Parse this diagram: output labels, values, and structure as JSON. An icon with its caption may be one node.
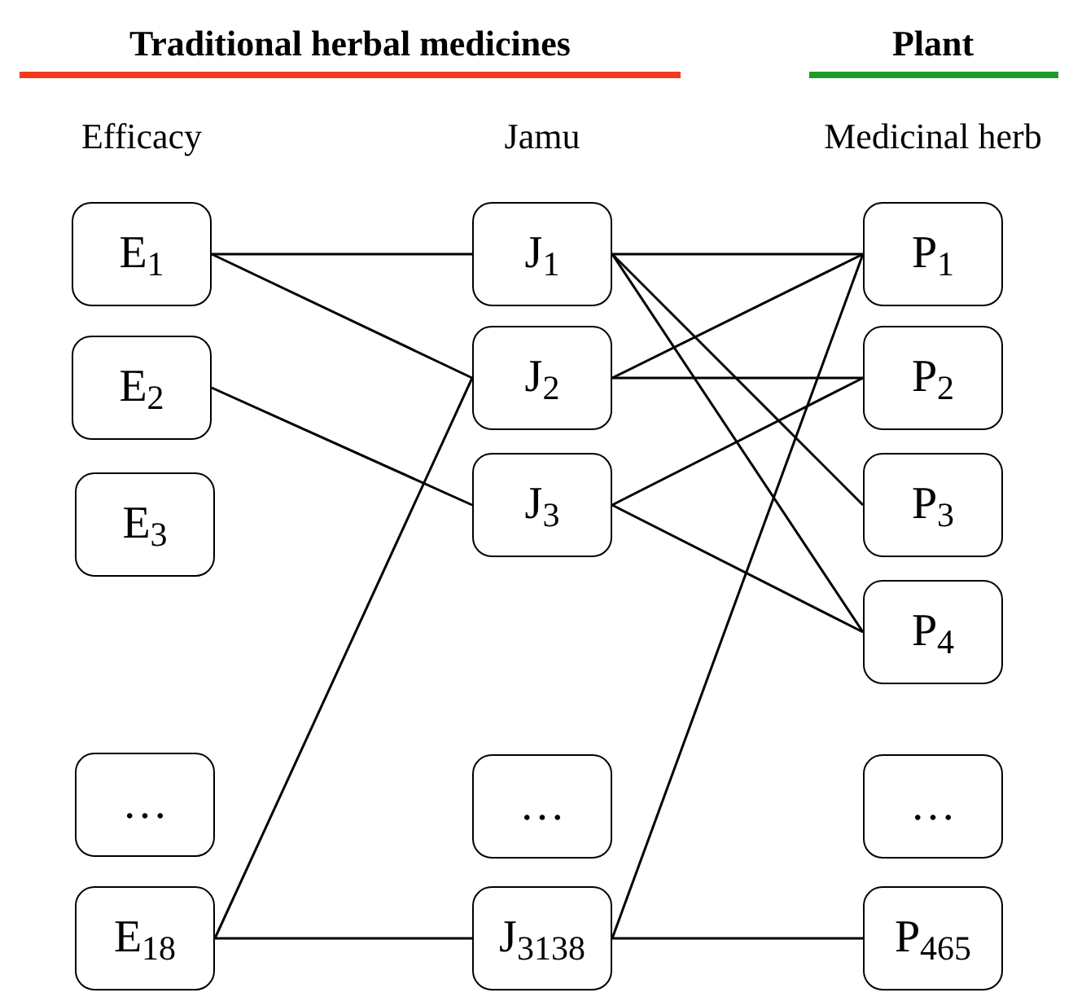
{
  "diagram": {
    "nodes": [
      {
        "text": [
          "E$_{1}$"
        ]
      },
      {
        "text": [
          "E$_{2}$"
        ]
      },
      {
        "text": [
          "E$_{3}$"
        ]
      },
      {
        "text": [
          "…"
        ]
      },
      {
        "text": [
          "E$_{18}$"
        ]
      },
      {
        "text": [
          "J$_{1}$"
        ]
      },
      {
        "text": [
          "J$_{2}$"
        ]
      },
      {
        "text": [
          "J$_{3}$"
        ]
      },
      {
        "text": [
          "…"
        ]
      },
      {
        "text": [
          "J$_{3138}$"
        ]
      },
      {
        "text": [
          "P$_{1}$"
        ]
      },
      {
        "text": [
          "P$_{2}$"
        ]
      },
      {
        "text": [
          "P$_{3}$"
        ]
      },
      {
        "text": [
          "P$_{4}$"
        ]
      },
      {
        "text": [
          "…"
        ]
      },
      {
        "text": [
          "P$_{465}$"
        ]
      }
    ],
    "edges": [
      {
        "from": 0,
        "to": 5,
        "arrow": "none"
      },
      {
        "from": 0,
        "to": 6,
        "arrow": "none"
      },
      {
        "from": 1,
        "to": 7,
        "arrow": "none"
      },
      {
        "from": 4,
        "to": 6,
        "arrow": "none"
      },
      {
        "from": 4,
        "to": 9,
        "arrow": "none"
      },
      {
        "from": 5,
        "to": 10,
        "arrow": "none"
      },
      {
        "from": 5,
        "to": 12,
        "arrow": "none"
      },
      {
        "from": 5,
        "to": 13,
        "arrow": "none"
      },
      {
        "from": 6,
        "to": 10,
        "arrow": "none"
      },
      {
        "from": 6,
        "to": 11,
        "arrow": "none"
      },
      {
        "from": 7,
        "to": 11,
        "arrow": "none"
      },
      {
        "from": 7,
        "to": 13,
        "arrow": "none"
      },
      {
        "from": 9,
        "to": 10,
        "arrow": "none"
      },
      {
        "from": 9,
        "to": 15,
        "arrow": "none"
      }
    ],
    "labels": [
      "Traditional herbal medicines",
      "Plant",
      "Efficacy",
      "Jamu",
      "Medicinal herb"
    ]
  }
}
